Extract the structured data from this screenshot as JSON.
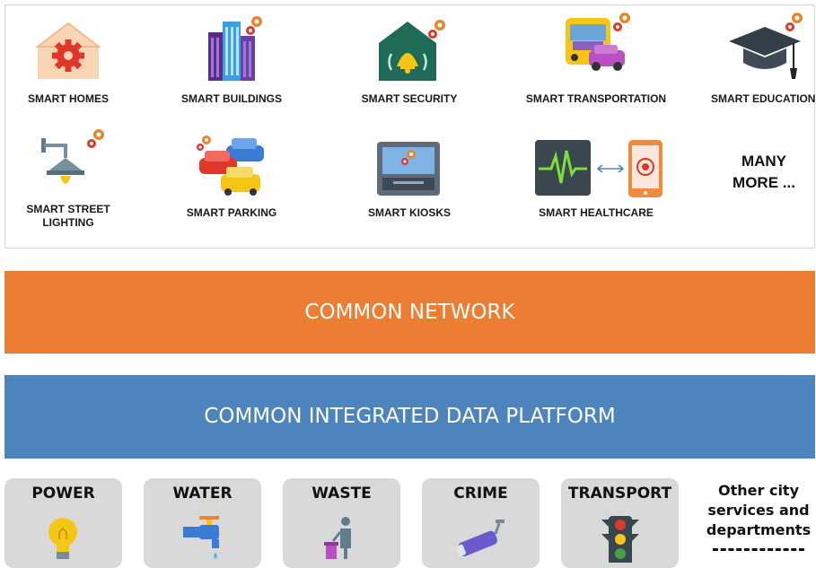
{
  "smart_services": {
    "homes": "SMART HOMES",
    "buildings": "SMART BUILDINGS",
    "security": "SMART SECURITY",
    "transportation": "SMART TRANSPORTATION",
    "education": "SMART EDUCATION",
    "street_lighting": "SMART STREET LIGHTING",
    "parking": "SMART PARKING",
    "kiosks": "SMART KIOSKS",
    "healthcare": "SMART HEALTHCARE",
    "many_more": "MANY MORE ..."
  },
  "layers": {
    "network": "COMMON NETWORK",
    "platform": "COMMON INTEGRATED DATA PLATFORM"
  },
  "departments": {
    "power": "POWER",
    "water": "WATER",
    "waste": "WASTE",
    "crime": "CRIME",
    "transport": "TRANSPORT",
    "other": "Other city services and departments"
  },
  "colors": {
    "network_band": "#ec7d32",
    "platform_band": "#4e84bd",
    "department_tile": "#d9d9d9"
  }
}
